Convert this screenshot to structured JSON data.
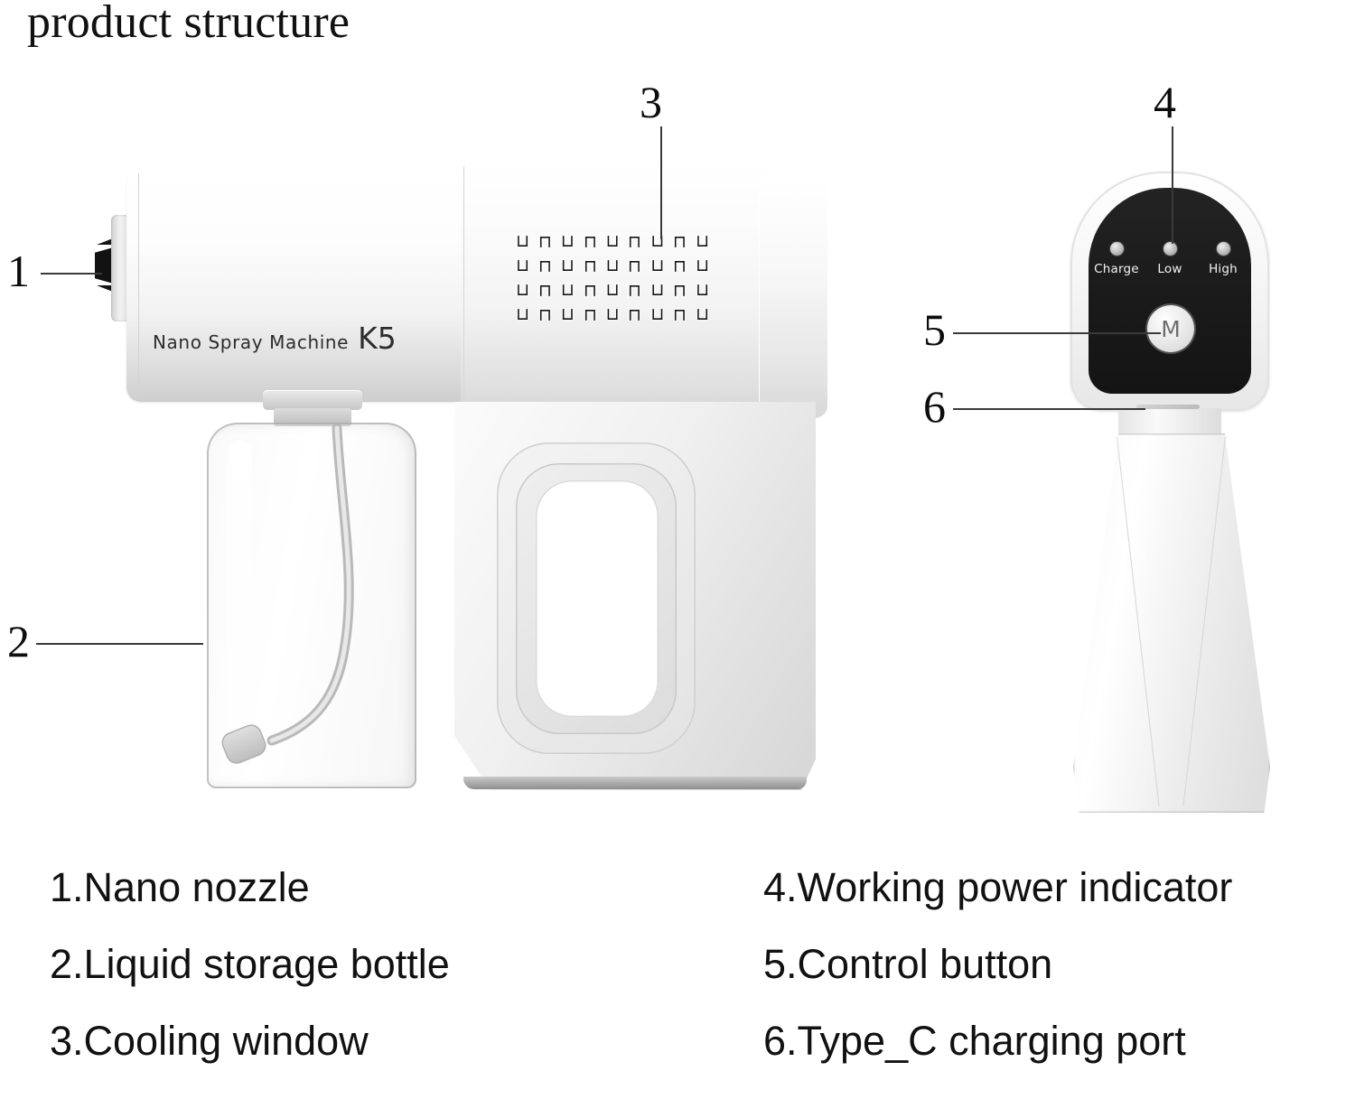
{
  "title": "product structure",
  "device": {
    "brand_label": "Nano Spray Machine",
    "model": "K5"
  },
  "callouts": [
    {
      "number": "1",
      "target": "nano-nozzle"
    },
    {
      "number": "2",
      "target": "liquid-storage-bottle"
    },
    {
      "number": "3",
      "target": "cooling-window"
    },
    {
      "number": "4",
      "target": "working-power-indicator"
    },
    {
      "number": "5",
      "target": "control-button"
    },
    {
      "number": "6",
      "target": "type-c-charging-port"
    }
  ],
  "control_panel": {
    "indicators": [
      {
        "label": "Charge"
      },
      {
        "label": "Low"
      },
      {
        "label": "High"
      }
    ],
    "button_label": "M"
  },
  "vents": {
    "glyph": "⅄",
    "rows": 4,
    "per_row": 9
  },
  "legend": {
    "left": [
      "1.Nano nozzle",
      "2.Liquid storage bottle",
      "3.Cooling window"
    ],
    "right": [
      "4.Working power indicator",
      "5.Control button",
      "6.Type_C charging port"
    ]
  },
  "colors": {
    "panel_black": "#1a1a1a",
    "body_white": "#f2f2f2",
    "text_black": "#111111",
    "leader_gray": "#3a3a3a"
  }
}
